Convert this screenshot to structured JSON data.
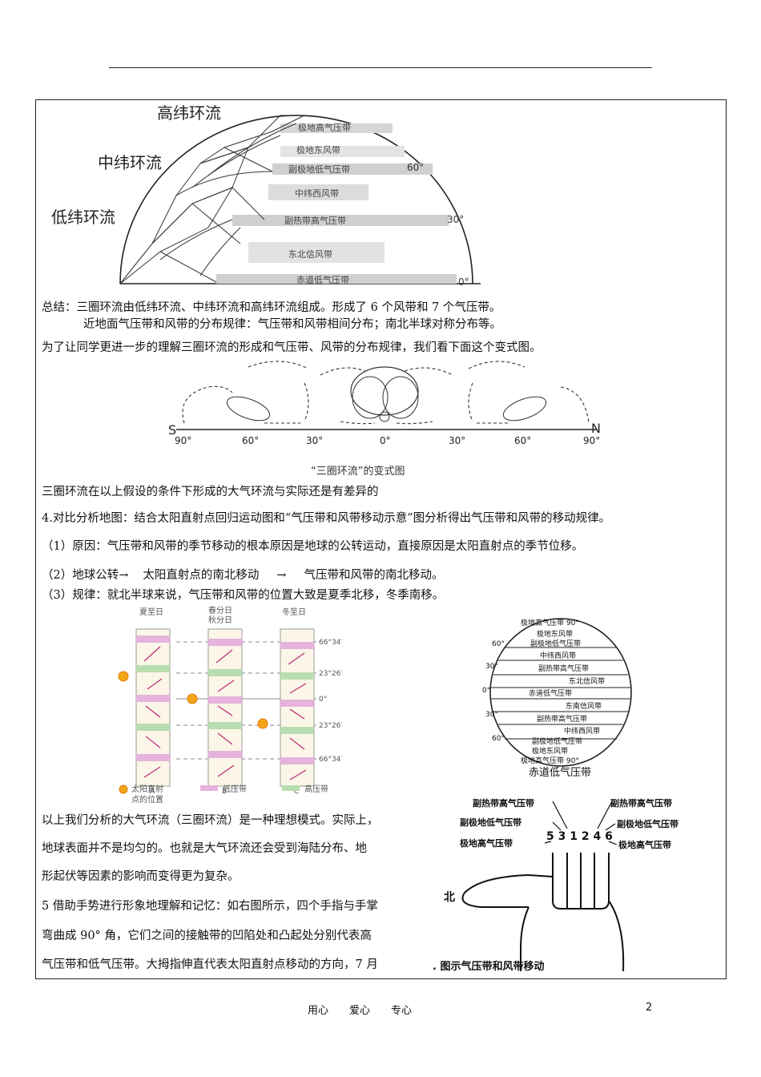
{
  "diagram1": {
    "title_high": "高纬环流",
    "title_mid": "中纬环流",
    "title_low": "低纬环流",
    "bands": [
      "极地高气压带",
      "极地东风带",
      "副极地低气压带",
      "中纬西风带",
      "副热带高气压带",
      "东北信风带",
      "赤道低气压带"
    ],
    "lat_60": "60°",
    "lat_30": "30°",
    "lat_0": "0°"
  },
  "summary": {
    "line1": "总结：三圈环流由低纬环流、中纬环流和高纬环流组成。形成了 6 个风带和 7 个气压带。",
    "line2": "近地面气压带和风带的分布规律：气压带和风带相间分布；南北半球对称分布等。",
    "line3": "为了让同学更进一步的理解三圈环流的形成和气压带、风带的分布规律，我们看下面这个变式图。"
  },
  "diagram2": {
    "label_s": "S",
    "label_n": "N",
    "ticks": [
      "90°",
      "60°",
      "30°",
      "0°",
      "30°",
      "60°",
      "90°"
    ],
    "caption": "“三圈环流”的变式图"
  },
  "section4": {
    "line1": "三圈环流在以上假设的条件下形成的大气环流与实际还是有差异的",
    "line2": "4.对比分析地图：结合太阳直射点回归运动图和“气压带和风带移动示意”图分析得出气压带和风带的移动规律。",
    "line3": "（1）原因：气压带和风带的季节移动的根本原因是地球的公转运动，直接原因是太阳直射点的季节位移。",
    "line4_a": "（2）地球公转→",
    "line4_b": "太阳直射点的南北移动",
    "line4_c": "→",
    "line4_d": "气压带和风带的南北移动。",
    "line5": "（3）规律：就北半球来说，气压带和风带的位置大致是夏季北移，冬季南移。"
  },
  "diagram3": {
    "col_a_title": "夏至日",
    "col_b_title_1": "春分日",
    "col_b_title_2": "秋分日",
    "col_c_title": "冬至日",
    "lat_labels": [
      "66°34′",
      "23°26′",
      "0°",
      "23°26′",
      "66°34′"
    ],
    "col_letters": [
      "A",
      "B",
      "C"
    ],
    "legend_sun": "太阳直射点的位置",
    "legend_sun_1": "太阳直射",
    "legend_sun_2": "点的位置",
    "legend_low": "低压带",
    "legend_high": "高压带",
    "colors": {
      "low": "#e6b3dc",
      "high": "#b9ddb0",
      "sun": "#f2a516"
    }
  },
  "diagram4": {
    "bands": [
      "极地高气压带 90°",
      "极地东风带",
      "副极地低气压带",
      "中纬西风带",
      "副热带高气压带",
      "东北信风带",
      "赤道低气压带",
      "东南信风带",
      "副热带高气压带",
      "中纬西风带",
      "副极地低气压带",
      "极地东风带",
      "极地高气压带 90°"
    ],
    "lats": [
      "60°",
      "30°",
      "0°",
      "30°",
      "60°"
    ],
    "caption": "赤道低气压带"
  },
  "diagram5": {
    "left_labels": [
      "副热带高气压带",
      "副极地低气压带",
      "极地高气压带"
    ],
    "right_labels": [
      "副热带高气压带",
      "副极地低气压带",
      "极地高气压带"
    ],
    "numbers": "5 3 1 2 4 6",
    "north": "北",
    "caption": ". 图示气压带和风带移动"
  },
  "section5": {
    "p1_l1": "以上我们分析的大气环流（三圈环流）是一种理想模式。实际上，",
    "p1_l2": "地球表面并不是均匀的。也就是大气环流还会受到海陆分布、地",
    "p1_l3": "形起伏等因素的影响而变得更为复杂。",
    "p2_l1": "5 借助手势进行形象地理解和记忆：如右图所示，四个手指与手掌",
    "p2_l2": "弯曲成 90° 角，它们之间的接触带的凹陷处和凸起处分别代表高",
    "p2_l3": "气压带和低气压带。大拇指伸直代表太阳直射点移动的方向，7 月"
  },
  "footer": {
    "center": "用心　　爱心　　专心",
    "page": "2"
  }
}
